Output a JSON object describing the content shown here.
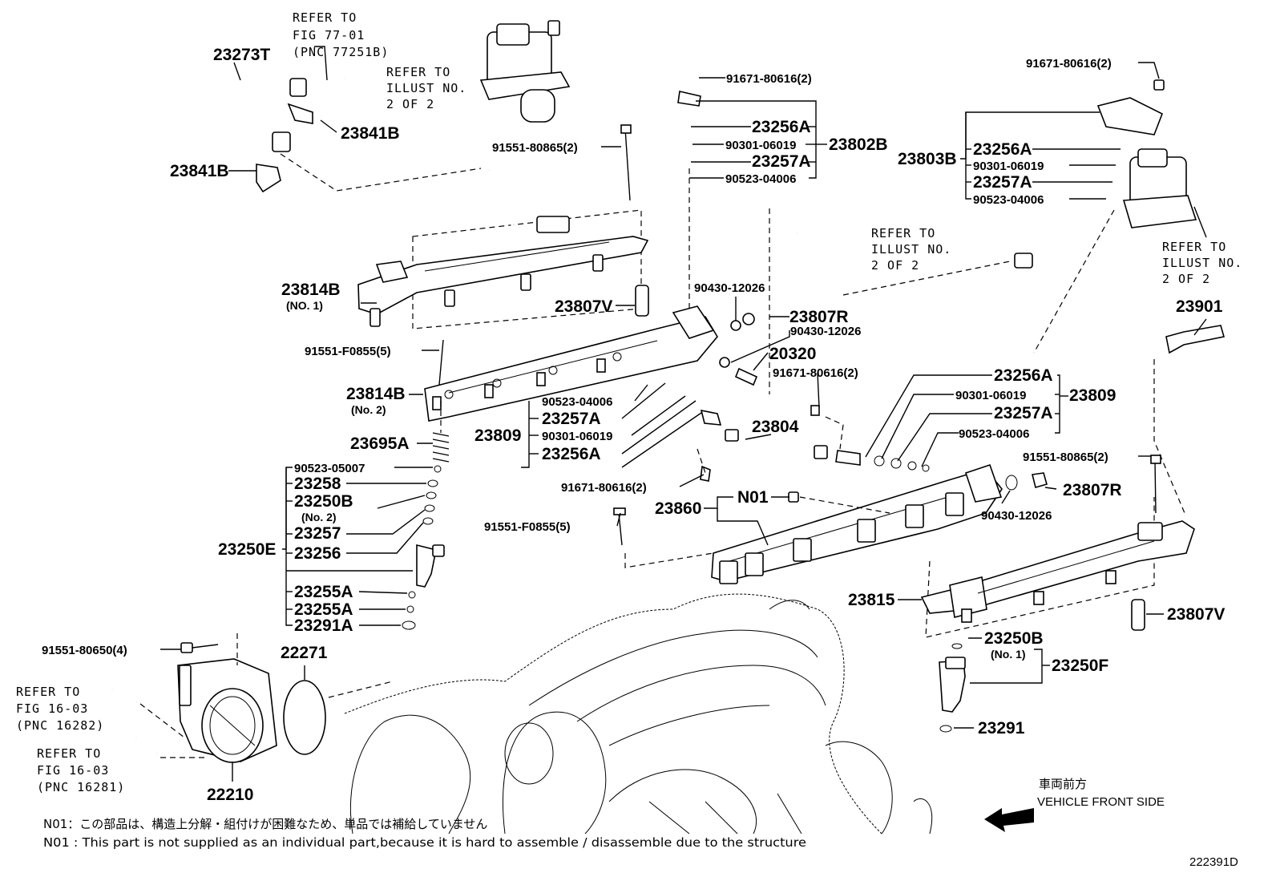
{
  "labels": {
    "ref_77_01_a": "REFER TO",
    "ref_77_01_b": "FIG 77-01",
    "ref_77_01_c": "(PNC 77251B)",
    "p23273T": "23273T",
    "p23841B_a": "23841B",
    "p23841B_b": "23841B",
    "ref_il_a1": "REFER TO",
    "ref_il_a2": "ILLUST NO.",
    "ref_il_a3": "2 OF 2",
    "p91671_80616_top": "91671-80616(2)",
    "p23256A_top": "23256A",
    "p90301_top": "90301-06019",
    "p23802B": "23802B",
    "p23257A_top": "23257A",
    "p90523_04006_top": "90523-04006",
    "p91551_80865_top": "91551-80865(2)",
    "p23814B_1": "23814B",
    "p23814B_1_sub": "(NO. 1)",
    "p23807V_left": "23807V",
    "p90430_top": "90430-12026",
    "p23807R_mid": "23807R",
    "p90430_mid": "90430-12026",
    "p20320": "20320",
    "p91671_80616_mid": "91671-80616(2)",
    "ref_il_b1": "REFER TO",
    "ref_il_b2": "ILLUST NO.",
    "ref_il_b3": "2 OF 2",
    "p91671_80616_right": "91671-80616(2)",
    "p23803B": "23803B",
    "p23256A_r": "23256A",
    "p90301_r": "90301-06019",
    "p23257A_r": "23257A",
    "p90523_04006_r": "90523-04006",
    "ref_il_c1": "REFER TO",
    "ref_il_c2": "ILLUST NO.",
    "ref_il_c3": "2 OF 2",
    "p23901": "23901",
    "p91551_F0855_a": "91551-F0855(5)",
    "p23814B_2": "23814B",
    "p23814B_2_sub": "(No. 2)",
    "p90523_04006_mid": "90523-04006",
    "p23257A_mid": "23257A",
    "p23809_left": "23809",
    "p90301_mid": "90301-06019",
    "p23256A_mid": "23256A",
    "p23695A": "23695A",
    "p23804": "23804",
    "p23256A_r2": "23256A",
    "p90301_r2": "90301-06019",
    "p23809_right": "23809",
    "p23257A_r2": "23257A",
    "p90523_04006_r2": "90523-04006",
    "p91551_80865_r": "91551-80865(2)",
    "p23807R_r": "23807R",
    "p90430_r": "90430-12026",
    "p91671_80616_low": "91671-80616(2)",
    "p90523_05007": "90523-05007",
    "p23258": "23258",
    "p23250B_2": "23250B",
    "p23250B_2_sub": "(No. 2)",
    "p23257": "23257",
    "p23250E": "23250E",
    "p23256": "23256",
    "p23255A_a": "23255A",
    "p23255A_b": "23255A",
    "p23291A": "23291A",
    "pN01": "N01",
    "p23860": "23860",
    "p91551_F0855_b": "91551-F0855(5)",
    "p23815": "23815",
    "p23807V_right": "23807V",
    "p23250B_1": "23250B",
    "p23250B_1_sub": "(No. 1)",
    "p23250F": "23250F",
    "p23291": "23291",
    "p91551_80650": "91551-80650(4)",
    "p22271": "22271",
    "ref_16_03_a1": "REFER TO",
    "ref_16_03_a2": "FIG 16-03",
    "ref_16_03_a3": "(PNC 16282)",
    "ref_16_03_b1": "REFER TO",
    "ref_16_03_b2": "FIG 16-03",
    "ref_16_03_b3": "(PNC 16281)",
    "p22210": "22210",
    "front_jp": "車両前方",
    "front_en": "VEHICLE FRONT SIDE",
    "note_jp": "N01：この部品は、構造上分解・組付けが困難なため、単品では補給していません",
    "note_en": "N01 : This part is not supplied as an individual part,because it is hard to assemble / disassemble due to the structure",
    "diagram_id": "222391D"
  }
}
